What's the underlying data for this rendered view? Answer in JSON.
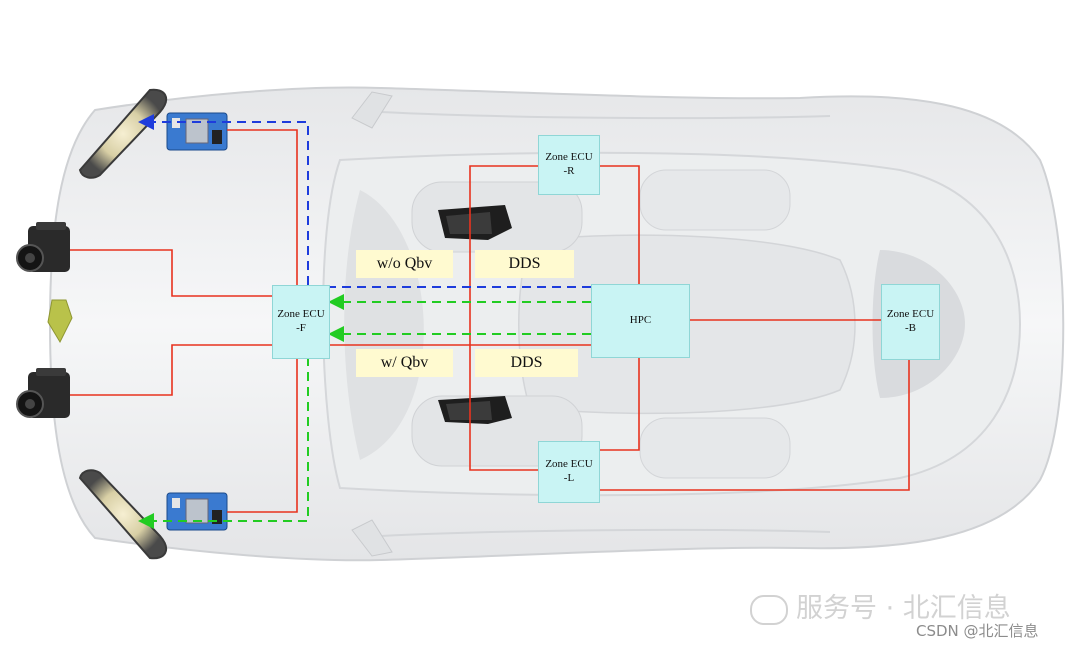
{
  "nodes": {
    "zone_f": {
      "line1": "Zone ECU",
      "line2": "-F"
    },
    "zone_r": {
      "line1": "Zone ECU",
      "line2": "-R"
    },
    "zone_l": {
      "line1": "Zone ECU",
      "line2": "-L"
    },
    "zone_b": {
      "line1": "Zone ECU",
      "line2": "-B"
    },
    "hpc": {
      "label": "HPC"
    }
  },
  "labels": {
    "wo_qbv": "w/o Qbv",
    "w_qbv": "w/ Qbv",
    "dds_top": "DDS",
    "dds_bottom": "DDS"
  },
  "watermark": {
    "wechat": "服务号 · 北汇信息",
    "csdn": "CSDN @北汇信息"
  },
  "colors": {
    "wire": "#e8321e",
    "blue_dashed": "#1e3cdc",
    "green_dashed": "#22cc22",
    "box_fill": "#c9f4f4",
    "tag_fill": "#fffad0"
  }
}
